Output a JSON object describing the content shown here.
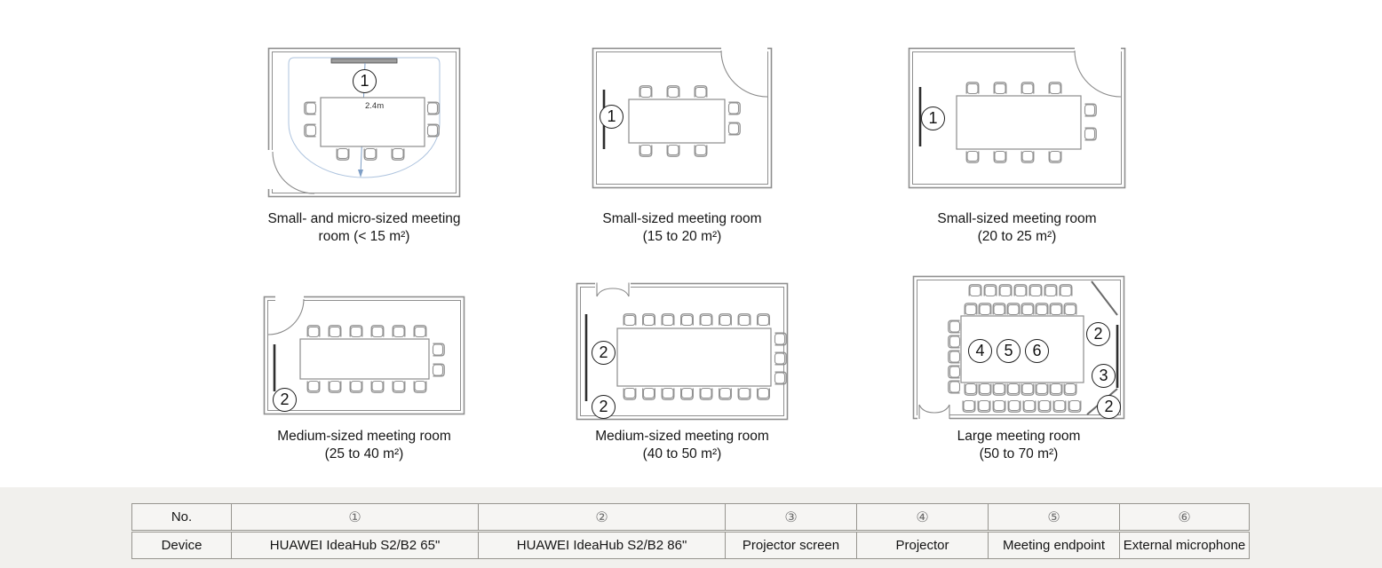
{
  "colors": {
    "wall_gray": "#8f8f8f",
    "screen_dark": "#2e2e2e",
    "viewing_zone_blue": "#adc3de",
    "arrow_blue": "#7f9fc6",
    "band_background": "#f1f0ed",
    "table_border": "#97958f"
  },
  "rooms": [
    {
      "caption_line1": "Small- and micro-sized meeting",
      "caption_line2": "room (< 15 m²)",
      "dimension_label": "2.4m",
      "markers": {
        "m1": "1"
      }
    },
    {
      "caption_line1": "Small-sized meeting room",
      "caption_line2": "(15 to 20 m²)",
      "markers": {
        "m1": "1"
      }
    },
    {
      "caption_line1": "Small-sized meeting room",
      "caption_line2": "(20 to 25 m²)",
      "markers": {
        "m1": "1"
      }
    },
    {
      "caption_line1": "Medium-sized meeting room",
      "caption_line2": "(25 to 40 m²)",
      "markers": {
        "m1": "2"
      }
    },
    {
      "caption_line1": "Medium-sized meeting room",
      "caption_line2": "(40 to 50 m²)",
      "markers": {
        "m1": "2",
        "m2": "2"
      }
    },
    {
      "caption_line1": "Large meeting room",
      "caption_line2": "(50 to 70 m²)",
      "markers": {
        "m1": "2",
        "m2": "3",
        "m3": "2",
        "m4": "4",
        "m5": "5",
        "m6": "6"
      }
    }
  ],
  "device_table": {
    "row_labels": {
      "no": "No.",
      "device": "Device"
    },
    "columns": [
      {
        "no": "①",
        "device": "HUAWEI IdeaHub S2/B2 65\""
      },
      {
        "no": "②",
        "device": "HUAWEI IdeaHub S2/B2 86\""
      },
      {
        "no": "③",
        "device": "Projector screen"
      },
      {
        "no": "④",
        "device": "Projector"
      },
      {
        "no": "⑤",
        "device": "Meeting endpoint"
      },
      {
        "no": "⑥",
        "device": "External microphone"
      }
    ]
  }
}
